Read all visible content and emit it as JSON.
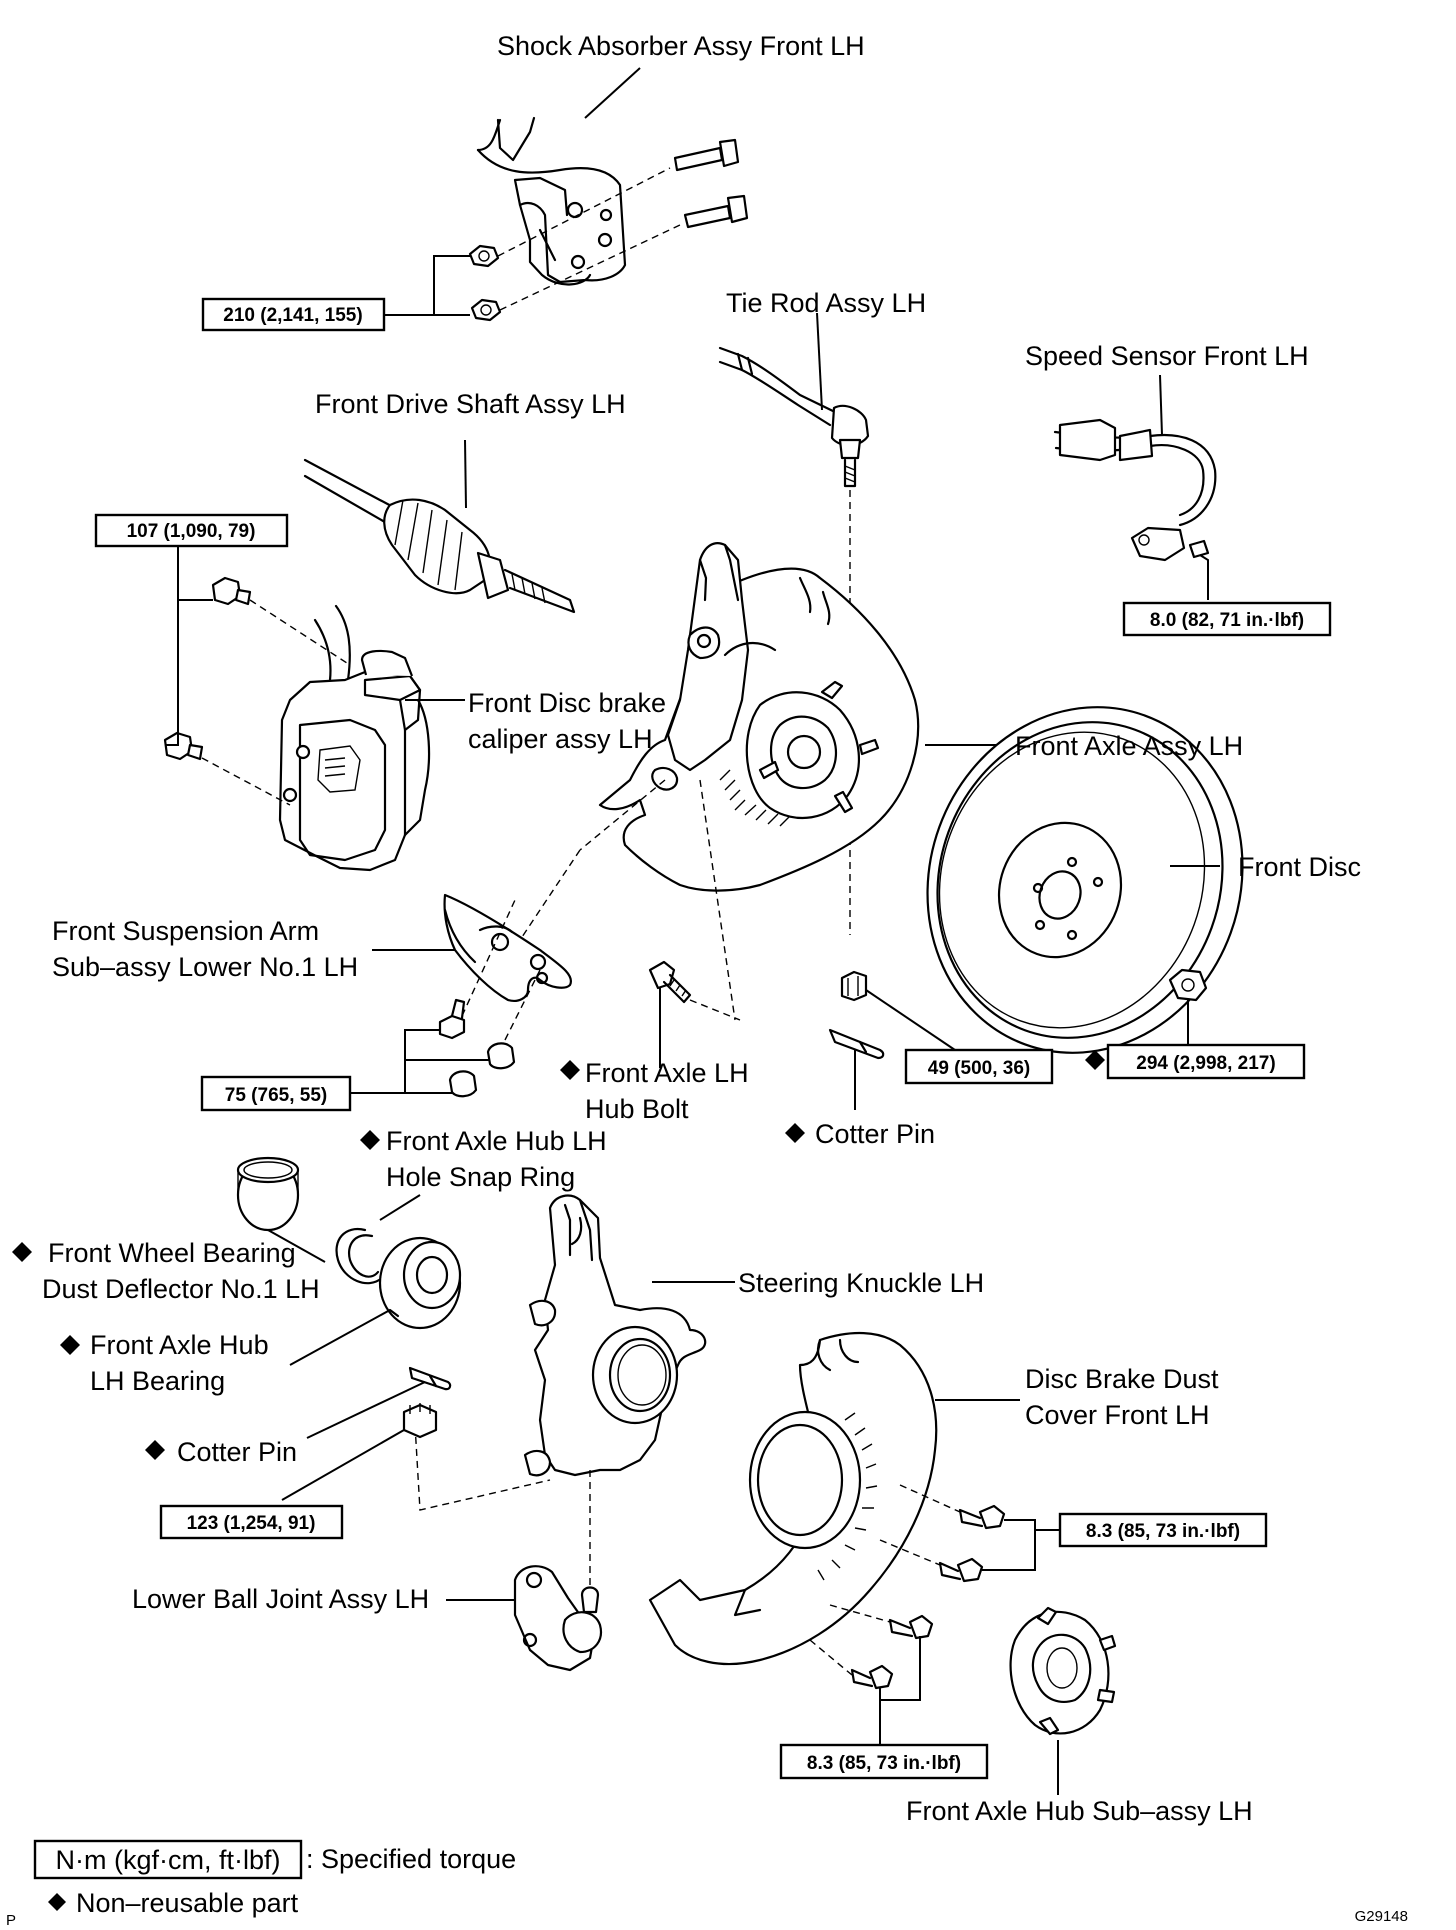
{
  "labels": {
    "shock": "Shock Absorber Assy Front LH",
    "tierod": "Tie Rod Assy LH",
    "speed": "Speed Sensor Front LH",
    "driveshaft": "Front Drive Shaft Assy LH",
    "caliper1": "Front Disc brake",
    "caliper2": "caliper assy LH",
    "axleassy": "Front Axle Assy LH",
    "disc": "Front Disc",
    "arm1": "Front Suspension Arm",
    "arm2": "Sub–assy Lower No.1 LH",
    "hubbolt1": "Front Axle LH",
    "hubbolt2": "Hub Bolt",
    "cotter1": "Cotter Pin",
    "snap1": "Front  Axle  Hub  LH",
    "snap2": "Hole Snap Ring",
    "dust1": "Front  Wheel  Bearing",
    "dust2": "Dust Deflector No.1 LH",
    "knuckle": "Steering Knuckle LH",
    "bearing1": "Front Axle Hub",
    "bearing2": "LH Bearing",
    "cover1": "Disc  Brake  Dust",
    "cover2": "Cover Front LH",
    "cotter2": "Cotter Pin",
    "balljoint": "Lower Ball Joint Assy LH",
    "hubsub": "Front Axle Hub Sub–assy LH"
  },
  "torques": {
    "t210": "210 (2,141, 155)",
    "t107": "107 (1,090, 79)",
    "t80": "8.0 (82, 71 in.·lbf)",
    "t49": "49 (500, 36)",
    "t294": "294 (2,998, 217)",
    "t75": "75 (765, 55)",
    "t123": "123 (1,254, 91)",
    "t83a": "8.3 (85, 73 in.·lbf)",
    "t83b": "8.3 (85, 73 in.·lbf)"
  },
  "legend": {
    "unit_box": "N·m (kgf·cm, ft·lbf)",
    "unit_text": ": Specified torque",
    "nonreusable": "Non–reusable part"
  },
  "corner": {
    "left": "P",
    "right": "G29148"
  },
  "symbols": {
    "nonreusable_marker": "black-diamond"
  }
}
